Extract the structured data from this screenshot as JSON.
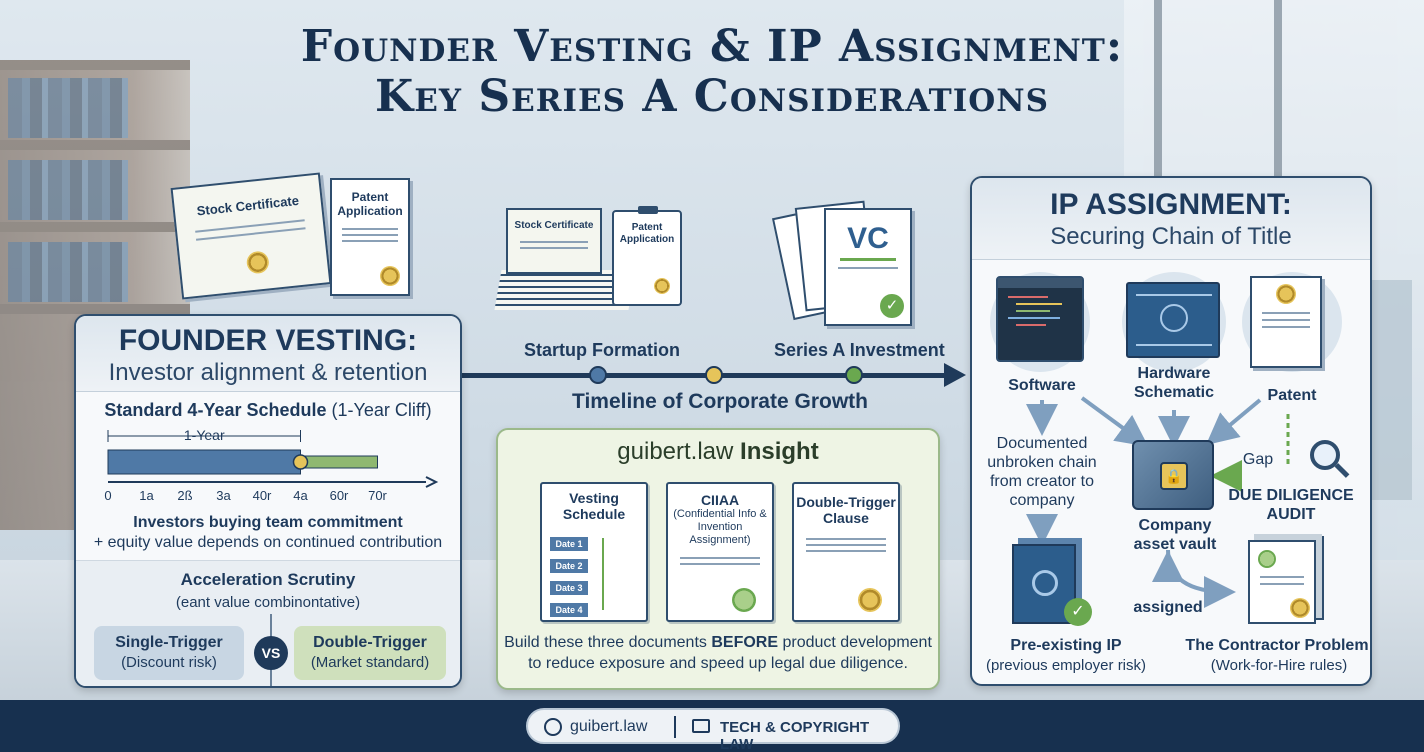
{
  "title": {
    "line1": "Founder Vesting & IP Assignment:",
    "line2": "Key Series A Considerations"
  },
  "illustrations": {
    "stock_certificate": "Stock Certificate",
    "patent_application": "Patent Application",
    "vc": "VC"
  },
  "timeline": {
    "label": "Timeline of Corporate Growth",
    "stages": [
      "Startup Formation",
      "Series A Investment"
    ]
  },
  "vesting": {
    "heading": "FOUNDER VESTING:",
    "subheading": "Investor alignment & retention",
    "schedule_title_bold": "Standard 4-Year Schedule",
    "schedule_title_rest": "(1-Year Cliff)",
    "cliff_label": "1-Year",
    "ticks": [
      "0",
      "1a",
      "2ß",
      "3a",
      "40r",
      "4a",
      "60r",
      "70r"
    ],
    "note_bold": "Investors buying team commitment",
    "note_rest": "+ equity value depends on continued contribution",
    "acceleration_title": "Acceleration Scrutiny",
    "acceleration_sub": "(eant value combinontative)",
    "vs": "VS",
    "single": {
      "title": "Single-Trigger",
      "sub": "(Discount risk)"
    },
    "double": {
      "title": "Double-Trigger",
      "sub": "(Market standard)"
    }
  },
  "insight": {
    "brand": "guibert.law",
    "title_suffix": "Insight",
    "docs": [
      {
        "title": "Vesting Schedule",
        "dates": [
          "Date 1",
          "Date 2",
          "Date 3",
          "Date 4"
        ]
      },
      {
        "title": "CIIAA",
        "subtitle": "(Confidential Info & Invention Assignment)"
      },
      {
        "title": "Double-Trigger Clause"
      }
    ],
    "footer_pre": "Build these three documents",
    "footer_bold": "BEFORE",
    "footer_post": "product development",
    "footer_line2": "to reduce exposure and speed up legal due diligence."
  },
  "ip": {
    "heading": "IP ASSIGNMENT:",
    "subheading": "Securing Chain of Title",
    "software": "Software",
    "hardware": "Hardware Schematic",
    "patent": "Patent",
    "chain_text": "Documented unbroken chain from creator to company",
    "vault": "Company asset vault",
    "gap": "Gap",
    "due_diligence": "DUE DILIGENCE AUDIT",
    "assigned": "assigned",
    "preexisting": {
      "title": "Pre-existing IP",
      "sub": "(previous employer risk)"
    },
    "contractor": {
      "title": "The Contractor Problem",
      "sub": "(Work-for-Hire rules)"
    }
  },
  "footer": {
    "site": "guibert.law",
    "practice": "TECH & COPYRIGHT LAW"
  },
  "chart_data": {
    "type": "bar",
    "title": "Standard 4-Year Schedule (1-Year Cliff)",
    "categories": [
      "0",
      "1a",
      "2ß",
      "3a",
      "40r",
      "4a",
      "60r",
      "70r"
    ],
    "series": [
      {
        "name": "",
        "range": [
          0,
          5
        ]
      },
      {
        "name": "",
        "range": [
          5,
          7
        ]
      }
    ],
    "cliff_marker": 5,
    "ylim": [
      0,
      1
    ]
  },
  "colors": {
    "navy": "#1f3a5a",
    "blue_bar": "#4f79a6",
    "green_bar": "#8fb871",
    "gold": "#e6c45a",
    "green_dot": "#6aa84f"
  }
}
